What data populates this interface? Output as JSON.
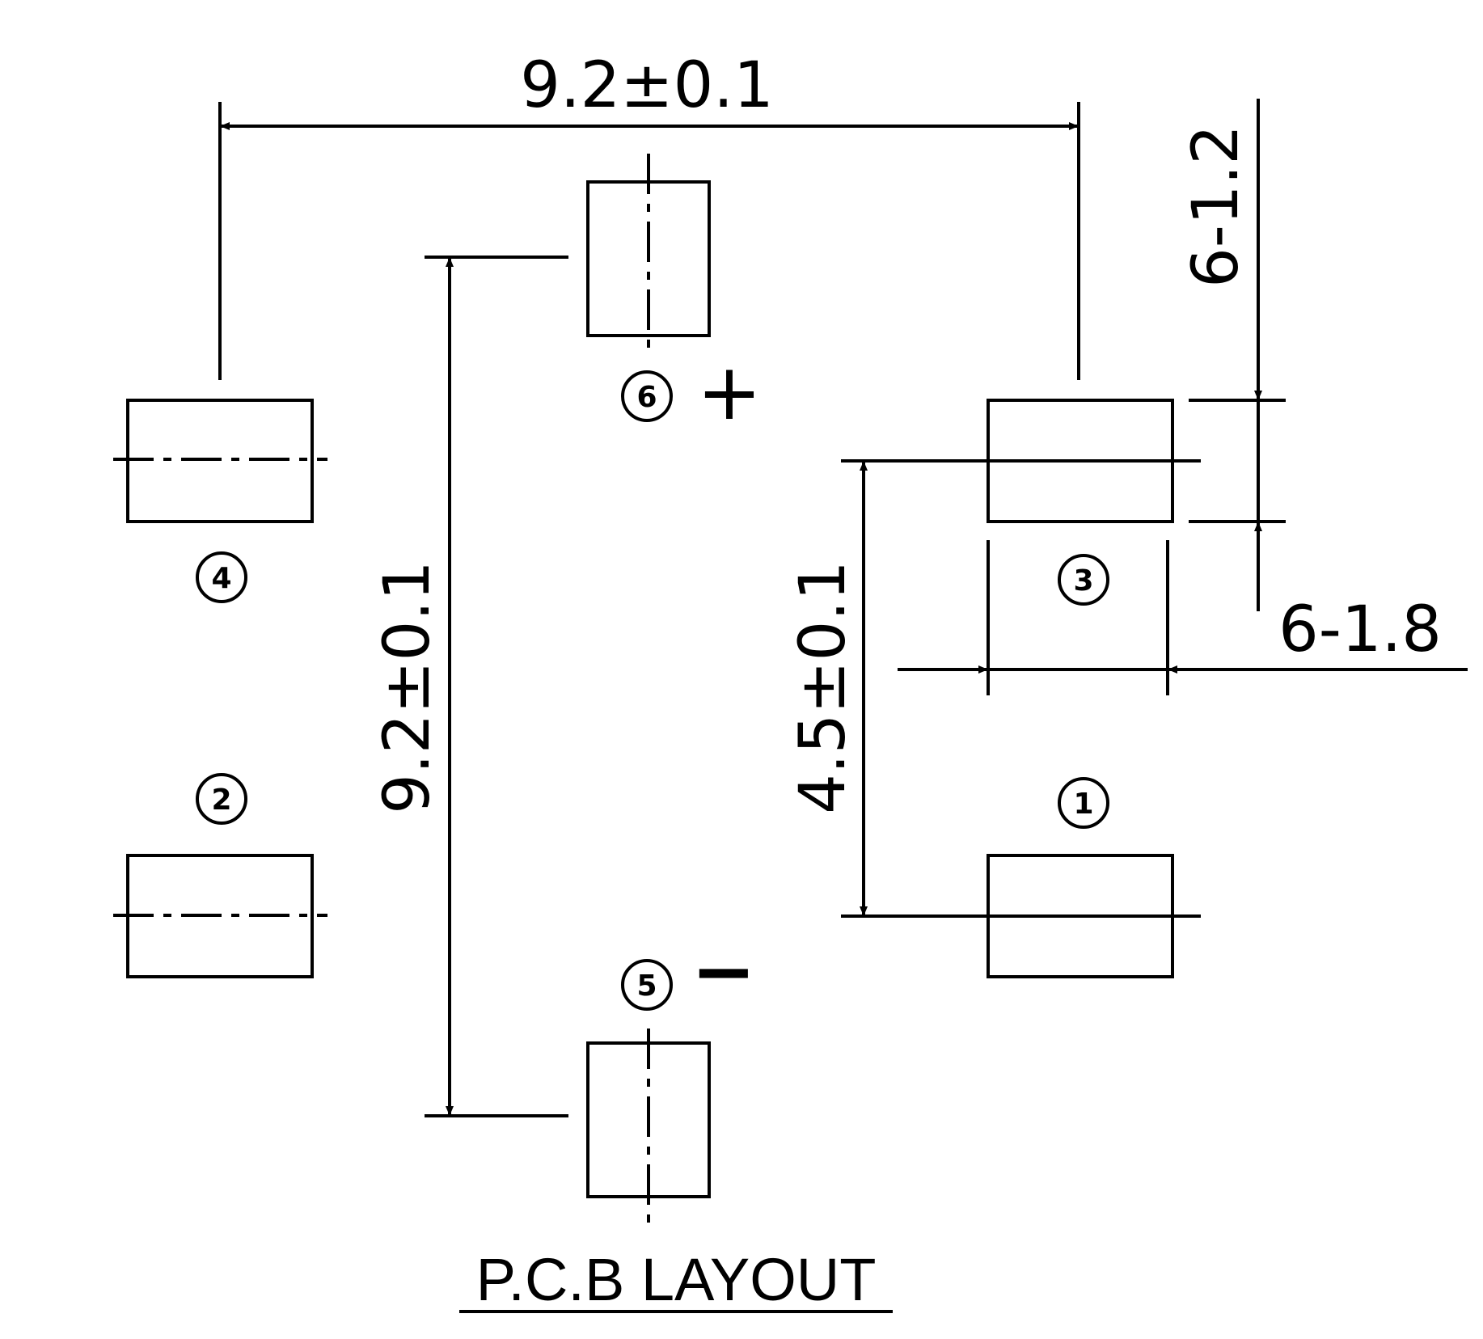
{
  "title": "P.C.B LAYOUT",
  "dimensions": {
    "top_width": "9.2±0.1",
    "vertical_span": "9.2±0.1",
    "pad_pitch": "4.5±0.1",
    "pad_height": "6-1.2",
    "pad_width": "6-1.8"
  },
  "pins": [
    {
      "number": "1"
    },
    {
      "number": "2"
    },
    {
      "number": "3"
    },
    {
      "number": "4"
    },
    {
      "number": "5",
      "polarity": "−"
    },
    {
      "number": "6",
      "polarity": "+"
    }
  ],
  "colors": {
    "line": "#000000",
    "background": "#ffffff"
  }
}
